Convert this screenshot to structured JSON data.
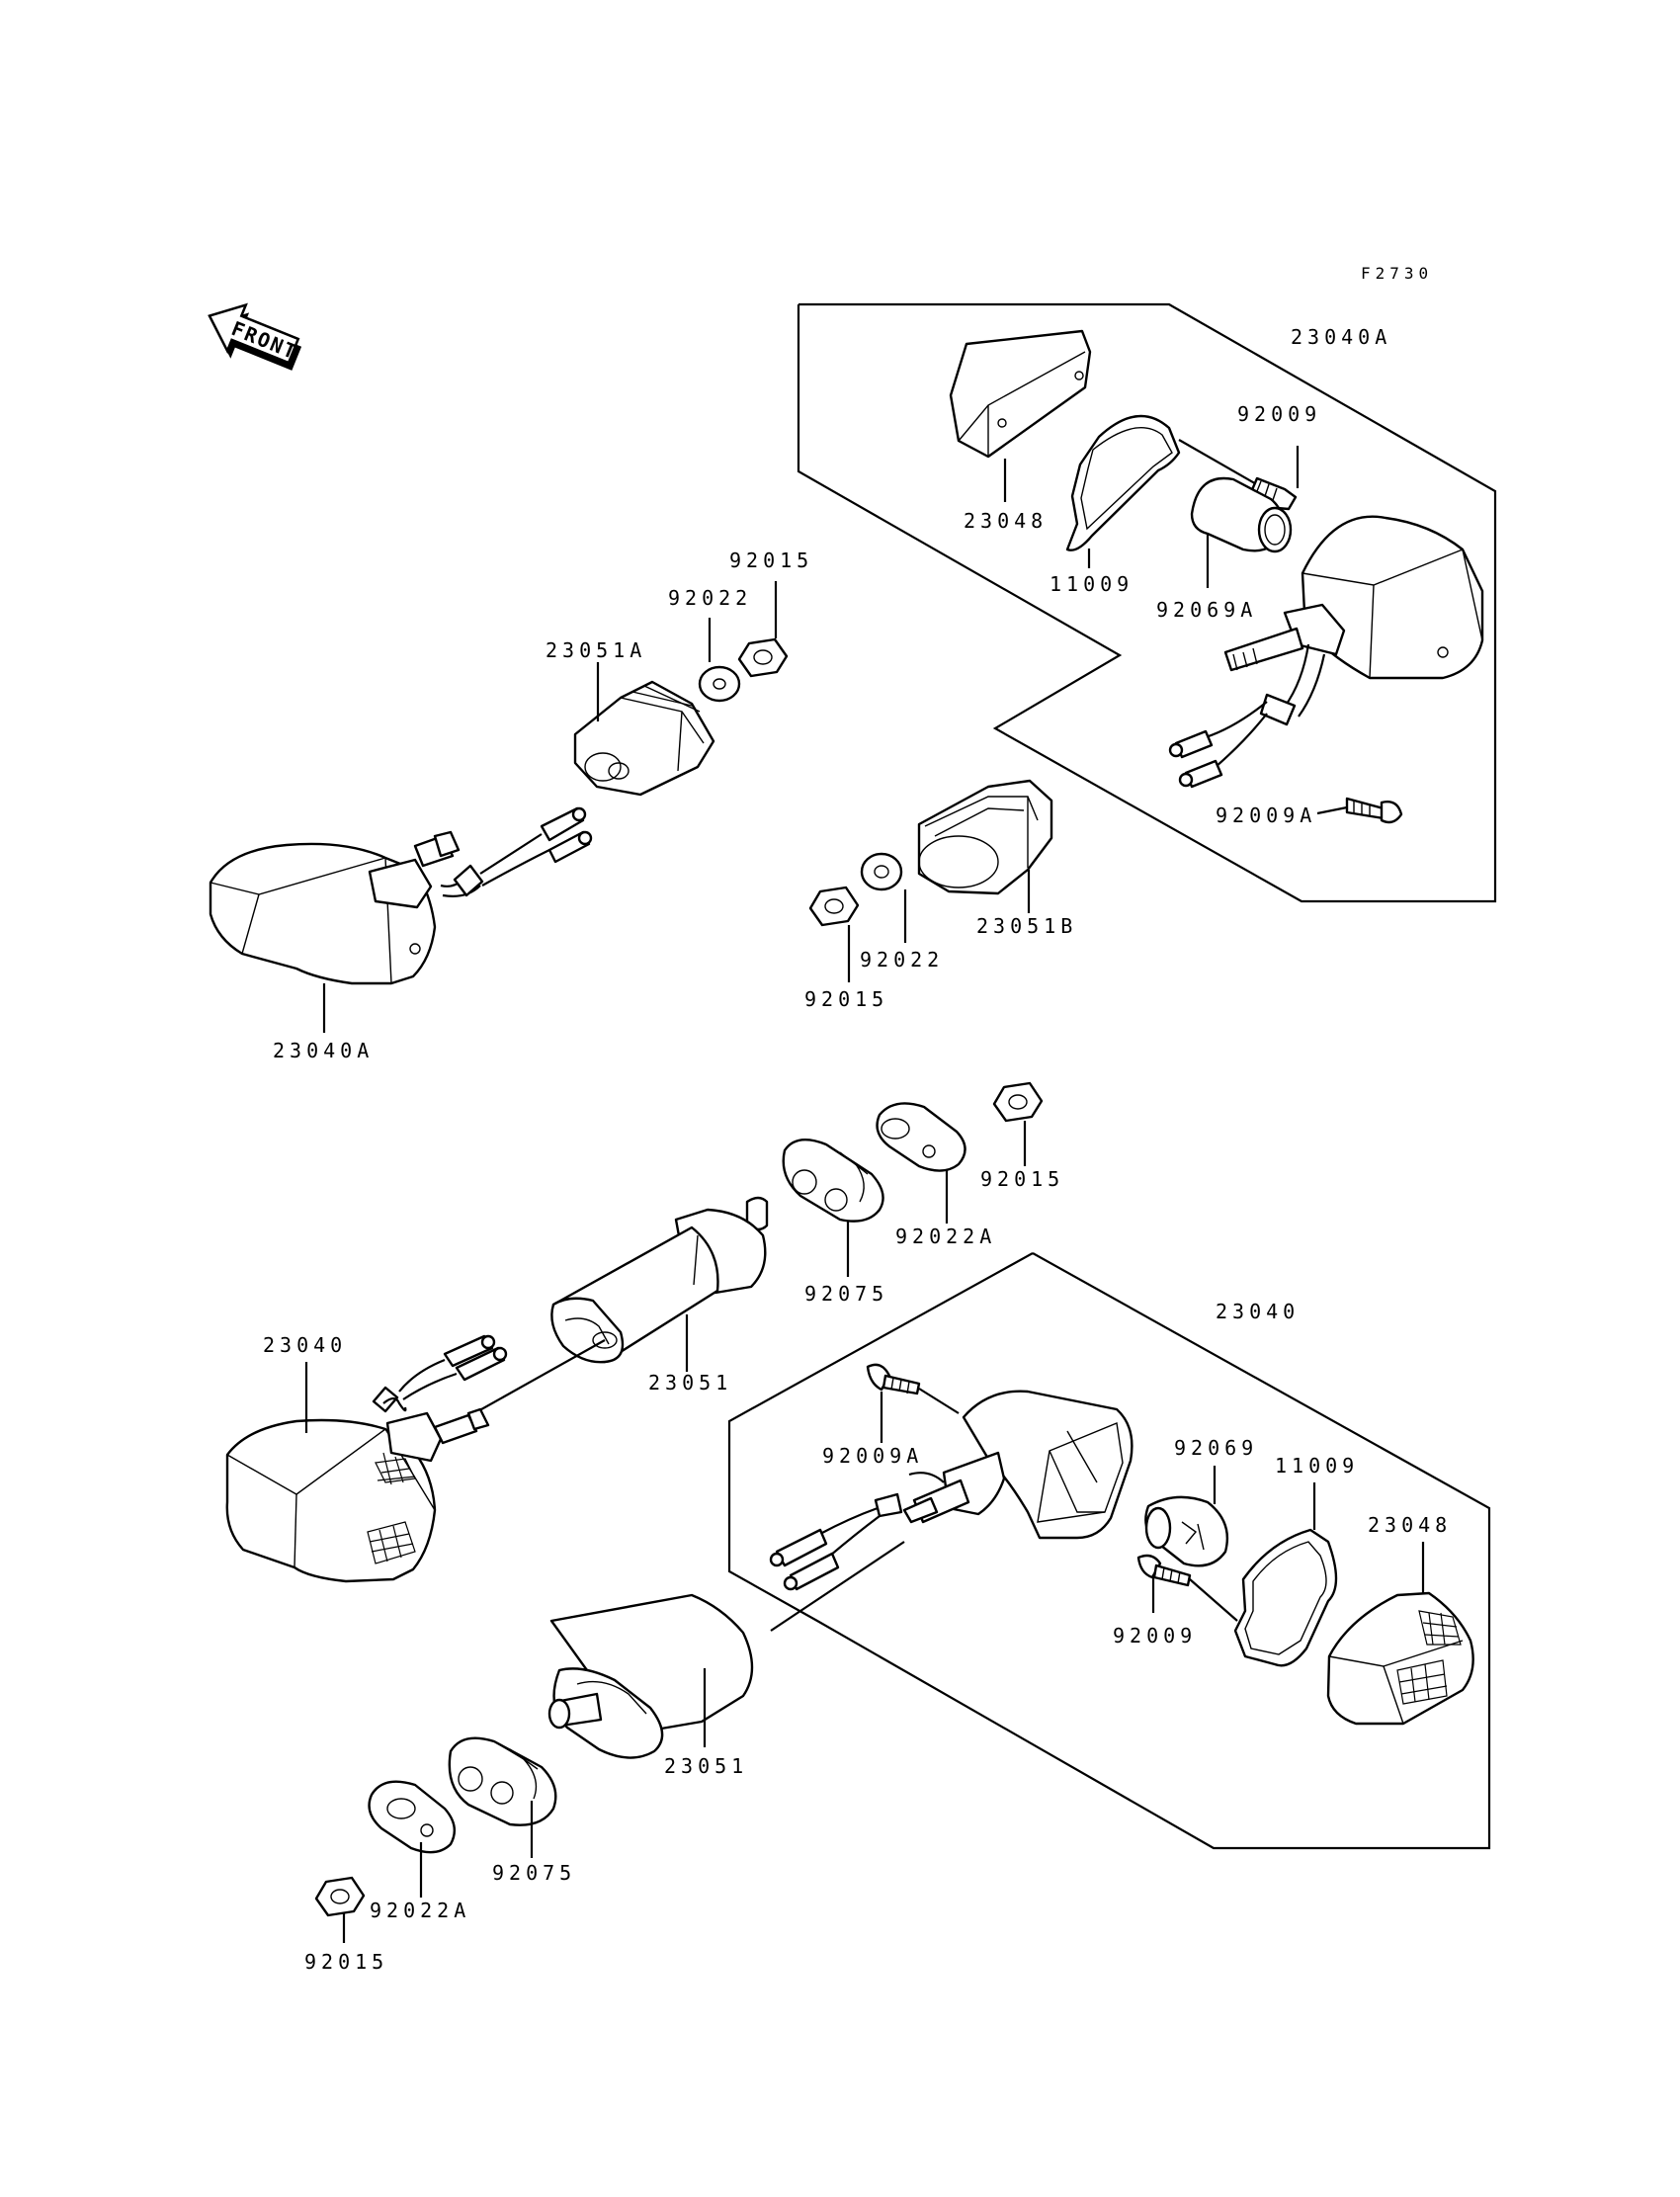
{
  "figure_code": "F2730",
  "direction_badge": "FRONT",
  "part_labels": {
    "p23040A_top": "23040A",
    "p23048_top": "23048",
    "p11009_top": "11009",
    "p92009_top": "92009",
    "p92069A": "92069A",
    "p92009A_top": "92009A",
    "p92015_a": "92015",
    "p92022_a": "92022",
    "p23051A": "23051A",
    "p23051B": "23051B",
    "p92022_b": "92022",
    "p92015_b": "92015",
    "p23040A_left": "23040A",
    "p92015_c": "92015",
    "p92022A_a": "92022A",
    "p92075_a": "92075",
    "p23040_left": "23040",
    "p23051_a": "23051",
    "p23040_right": "23040",
    "p92009A_bot": "92009A",
    "p92069": "92069",
    "p11009_bot": "11009",
    "p23048_bot": "23048",
    "p92009_bot": "92009",
    "p23051_b": "23051",
    "p92075_b": "92075",
    "p92022A_b": "92022A",
    "p92015_d": "92015"
  }
}
